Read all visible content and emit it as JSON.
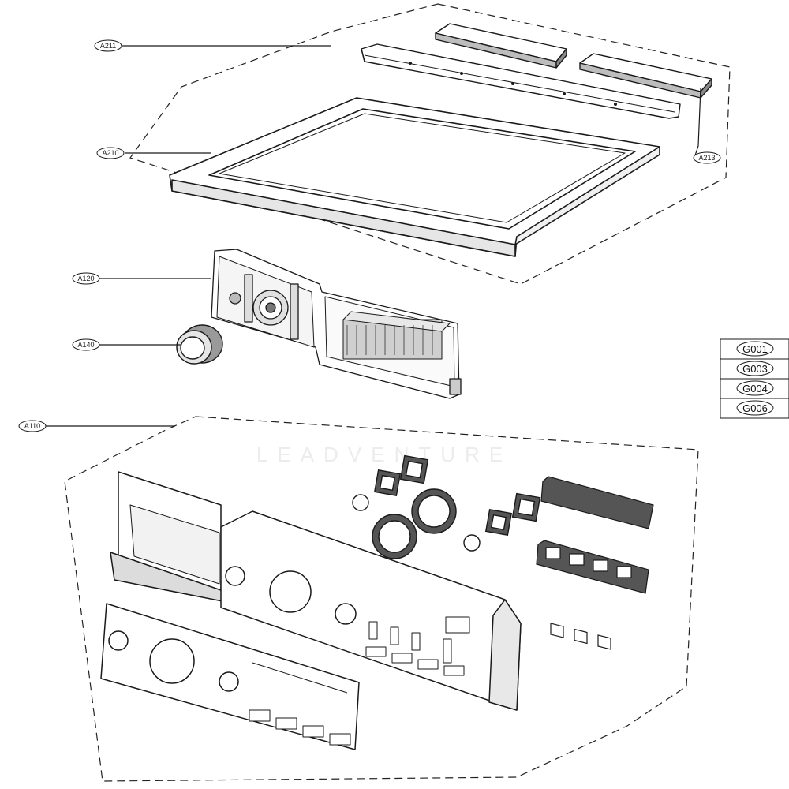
{
  "callouts": [
    {
      "id": "a211",
      "label": "A211"
    },
    {
      "id": "a210",
      "label": "A210"
    },
    {
      "id": "a213",
      "label": "A213"
    },
    {
      "id": "a120",
      "label": "A120"
    },
    {
      "id": "a140",
      "label": "A140"
    },
    {
      "id": "a110",
      "label": "A110"
    }
  ],
  "part_codes": [
    "G001",
    "G003",
    "G004",
    "G006"
  ],
  "watermark": "LEADVENTURE",
  "colors": {
    "line": "#1a1a1a",
    "fill": "#ffffff",
    "shade": "#d8d8d8",
    "dark": "#555555"
  }
}
